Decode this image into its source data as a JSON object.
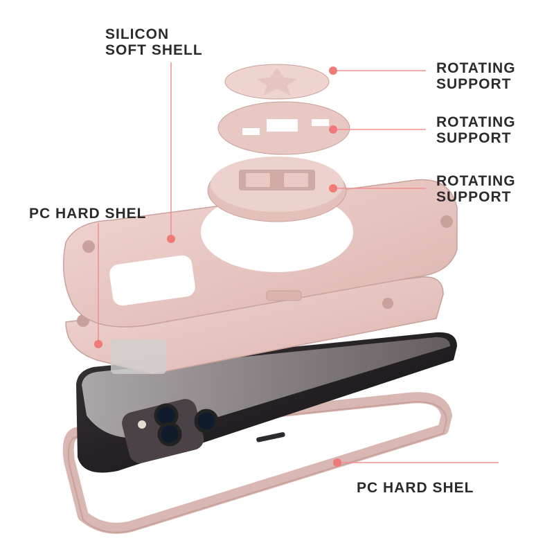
{
  "title": "Phone case exploded view",
  "labels": {
    "silicon_soft_shell": [
      "SILICON",
      "SOFT SHELL"
    ],
    "rotating_support_1": [
      "ROTATING",
      "SUPPORT"
    ],
    "rotating_support_2": [
      "ROTATING",
      "SUPPORT"
    ],
    "rotating_support_3": [
      "ROTATING",
      "SUPPORT"
    ],
    "pc_hard_shell_top": "PC HARD SHEL",
    "pc_hard_shell_bottom": "PC HARD SHEL"
  },
  "colors": {
    "case_pink": "#e9c7c3",
    "case_pink_dark": "#c9a19c",
    "leader_line": "#ef8f8f",
    "marker_dot": "#f07a78",
    "phone_black": "#1c1b1f",
    "label_text": "#2b2b2b"
  }
}
